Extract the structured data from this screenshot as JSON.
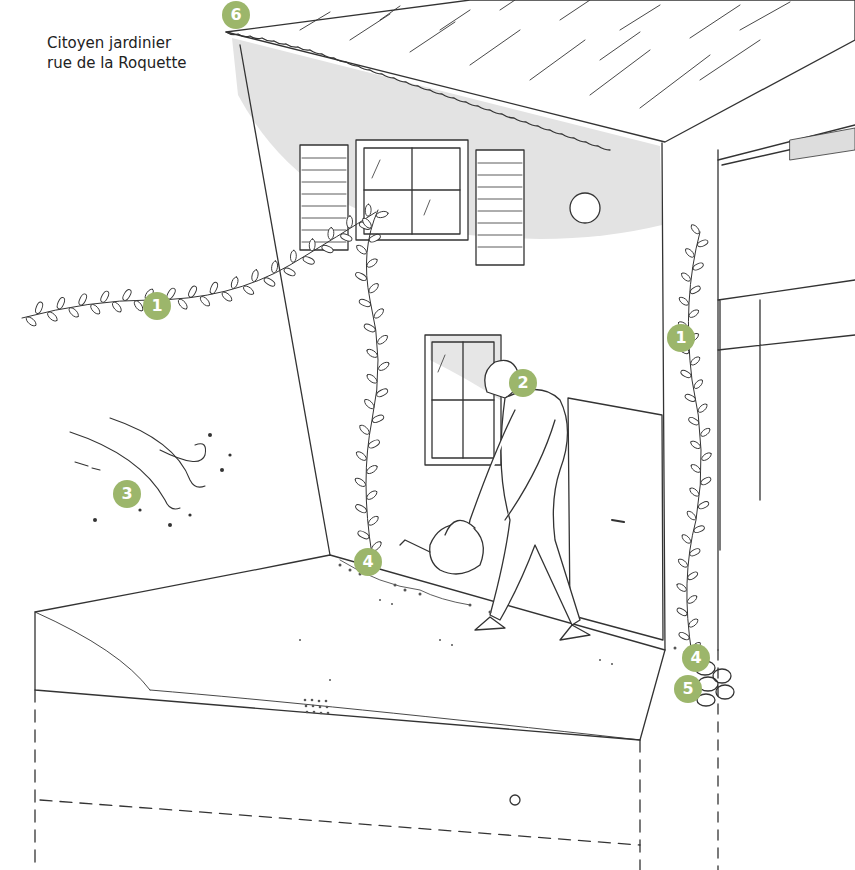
{
  "diagram": {
    "title": "Citoyen jardinier rue de la Roquette",
    "labels": [
      "6",
      "1",
      "1",
      "2",
      "3",
      "4",
      "4",
      "5"
    ]
  }
}
